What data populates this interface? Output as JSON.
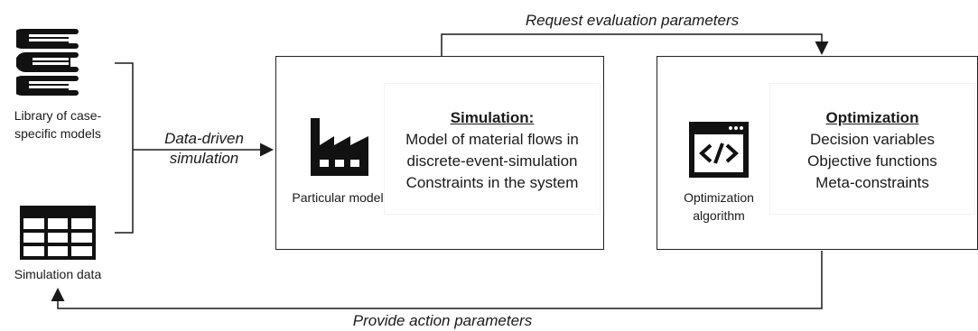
{
  "inputs": {
    "library_label_line1": "Library of case-",
    "library_label_line2": "specific models",
    "simdata_label": "Simulation data"
  },
  "edges": {
    "data_driven_line1": "Data-driven",
    "data_driven_line2": "simulation",
    "request": "Request evaluation parameters",
    "provide": "Provide action parameters"
  },
  "simulation": {
    "title": "Simulation:",
    "lines": [
      "Model of material flows in",
      "discrete-event-simulation",
      "Constraints in the system"
    ],
    "icon_caption": "Particular model"
  },
  "optimization": {
    "title": "Optimization",
    "lines": [
      "Decision variables",
      "Objective functions",
      "Meta-constraints"
    ],
    "icon_caption_line1": "Optimization",
    "icon_caption_line2": "algorithm"
  },
  "colors": {
    "stroke": "#1a1a1a",
    "icon": "#111111"
  }
}
